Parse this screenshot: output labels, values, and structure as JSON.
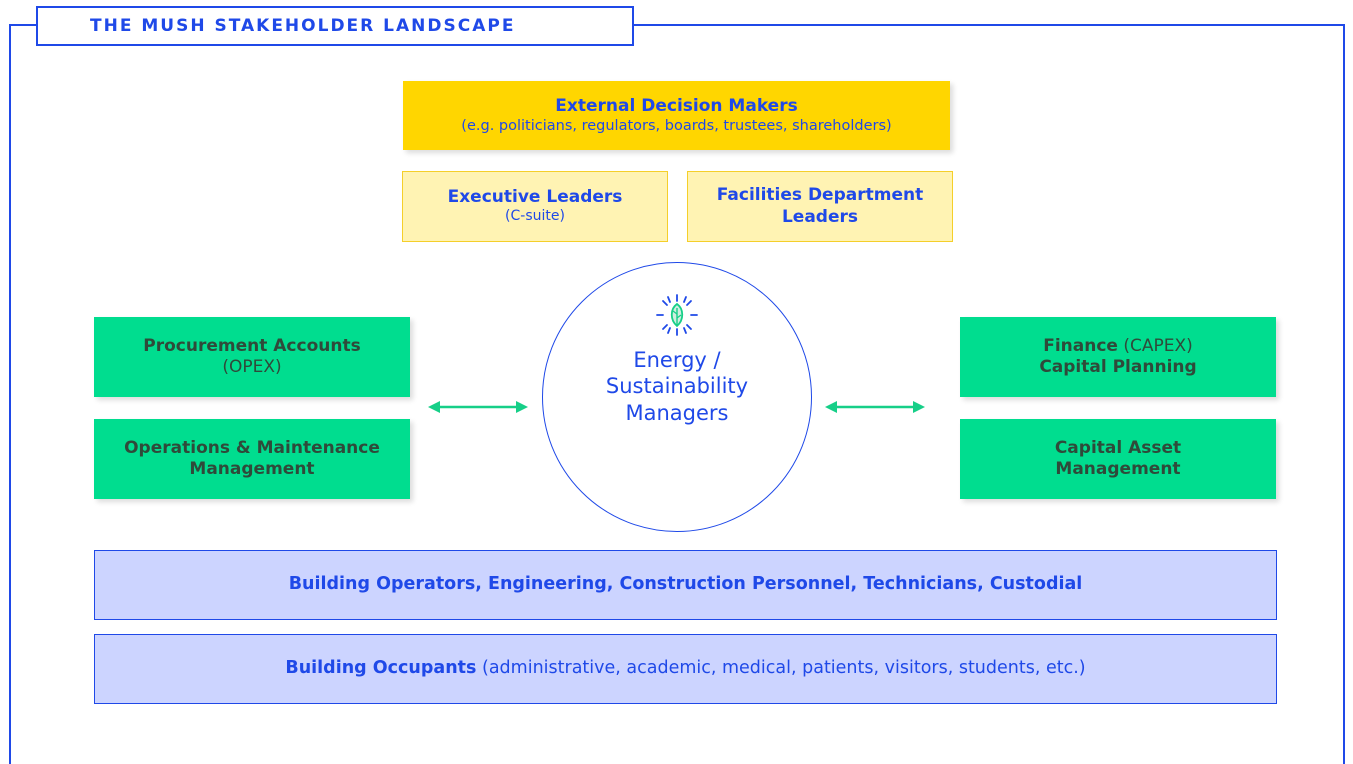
{
  "title": "THE MUSH STAKEHOLDER LANDSCAPE",
  "colors": {
    "accent_blue": "#1f49e8",
    "gold": "#ffd600",
    "light_yellow": "#fff3b3",
    "green": "#00dd8f",
    "lavender": "#ccd4ff",
    "arrow_green": "#16cf88"
  },
  "external": {
    "heading": "External Decision Makers",
    "sub": "(e.g. politicians, regulators, boards, trustees, shareholders)"
  },
  "executive": {
    "heading": "Executive Leaders",
    "sub": "(C-suite)"
  },
  "facilities": {
    "line1": "Facilities Department",
    "line2": "Leaders"
  },
  "procurement": {
    "heading": "Procurement Accounts",
    "sub": "(OPEX)"
  },
  "operations": {
    "line1": "Operations & Maintenance",
    "line2": "Management"
  },
  "finance": {
    "bold": "Finance",
    "reg": " (CAPEX)",
    "line2": "Capital Planning"
  },
  "capital_asset": {
    "line1": "Capital Asset",
    "line2": "Management"
  },
  "center": {
    "icon": "leaf-sun-icon",
    "line1": "Energy /",
    "line2": "Sustainability",
    "line3": "Managers"
  },
  "operators_bar": "Building Operators, Engineering, Construction Personnel, Technicians, Custodial",
  "occupants_bar": {
    "bold": "Building Occupants",
    "reg": " (administrative, academic, medical, patients, visitors, students, etc.)"
  }
}
